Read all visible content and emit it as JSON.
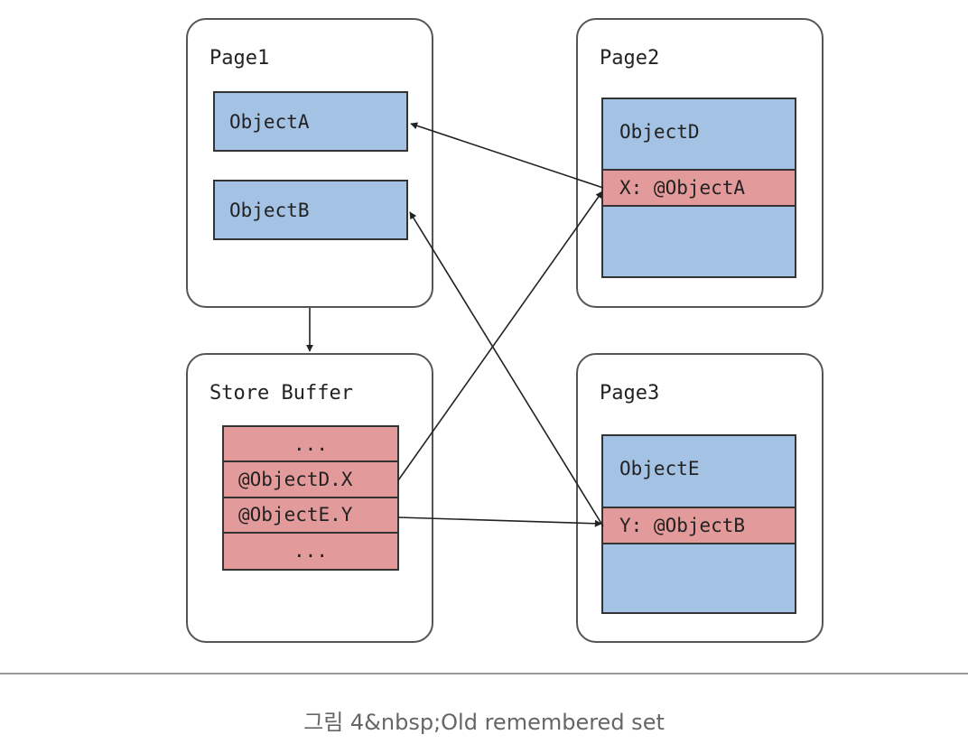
{
  "diagram": {
    "page1": {
      "title": "Page1",
      "objects": [
        "ObjectA",
        "ObjectB"
      ]
    },
    "page2": {
      "title": "Page2",
      "object": "ObjectD",
      "field": "X: @ObjectA"
    },
    "page3": {
      "title": "Page3",
      "object": "ObjectE",
      "field": "Y: @ObjectB"
    },
    "store_buffer": {
      "title": "Store Buffer",
      "rows": [
        "...",
        "@ObjectD.X",
        "@ObjectE.Y",
        "..."
      ]
    }
  },
  "caption": "그림 4&nbsp;Old remembered set"
}
